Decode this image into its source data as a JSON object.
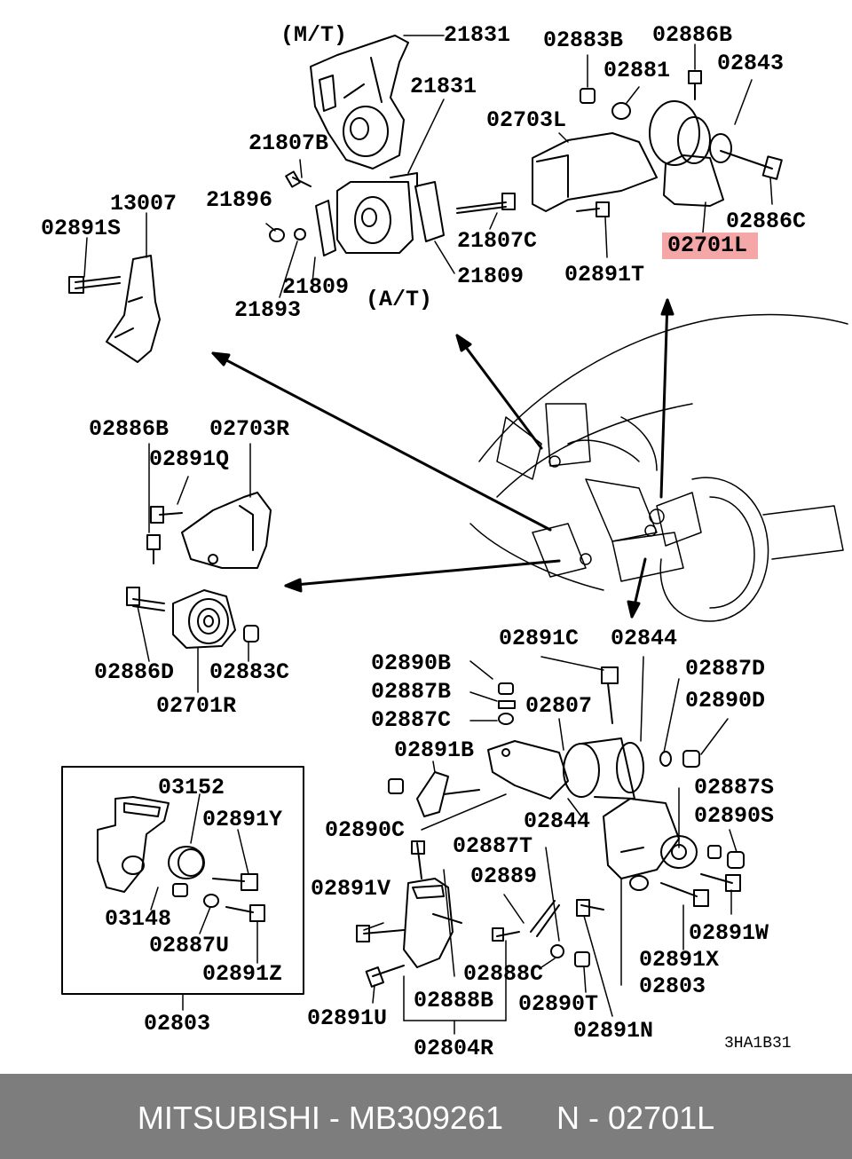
{
  "diagram_code": "3HA1B31",
  "labels": {
    "mt": "(M/T)",
    "p21831a": "21831",
    "p21831b": "21831",
    "p21807b": "21807B",
    "p21896": "21896",
    "p13007": "13007",
    "p02891s": "02891S",
    "p21809a": "21809",
    "p21809b": "21809",
    "p21893": "21893",
    "at": "(A/T)",
    "p21807c": "21807C",
    "p02883b": "02883B",
    "p02886b_top": "02886B",
    "p02881": "02881",
    "p02843": "02843",
    "p02703l": "02703L",
    "p02886c": "02886C",
    "p02701l": "02701L",
    "p02891t": "02891T",
    "p02886b_mid": "02886B",
    "p02703r": "02703R",
    "p02891q": "02891Q",
    "p02886d": "02886D",
    "p02883c": "02883C",
    "p02701r": "02701R",
    "p02891c": "02891C",
    "p02844a": "02844",
    "p02890b": "02890B",
    "p02887b": "02887B",
    "p02887c": "02887C",
    "p02807": "02807",
    "p02887d": "02887D",
    "p02890d": "02890D",
    "p02891b": "02891B",
    "p02844b": "02844",
    "p02890c": "02890C",
    "p02887s": "02887S",
    "p02890s": "02890S",
    "p02887t": "02887T",
    "p02889": "02889",
    "p02891v": "02891V",
    "p02891w": "02891W",
    "p02891x": "02891X",
    "p02803a": "02803",
    "p02888c": "02888C",
    "p02890t": "02890T",
    "p02891u": "02891U",
    "p02888b": "02888B",
    "p02891n": "02891N",
    "p02804r": "02804R",
    "p03152": "03152",
    "p02891y": "02891Y",
    "p03148": "03148",
    "p02887u": "02887U",
    "p02891z": "02891Z",
    "p02803b": "02803"
  },
  "footer": {
    "brand": "MITSUBISHI",
    "part_number": "MB309261",
    "ref": "N - 02701L",
    "text": "MITSUBISHI - MB309261      N - 02701L"
  },
  "highlight_color": "#f5a6a6",
  "footer_color": "#7d7d7d"
}
